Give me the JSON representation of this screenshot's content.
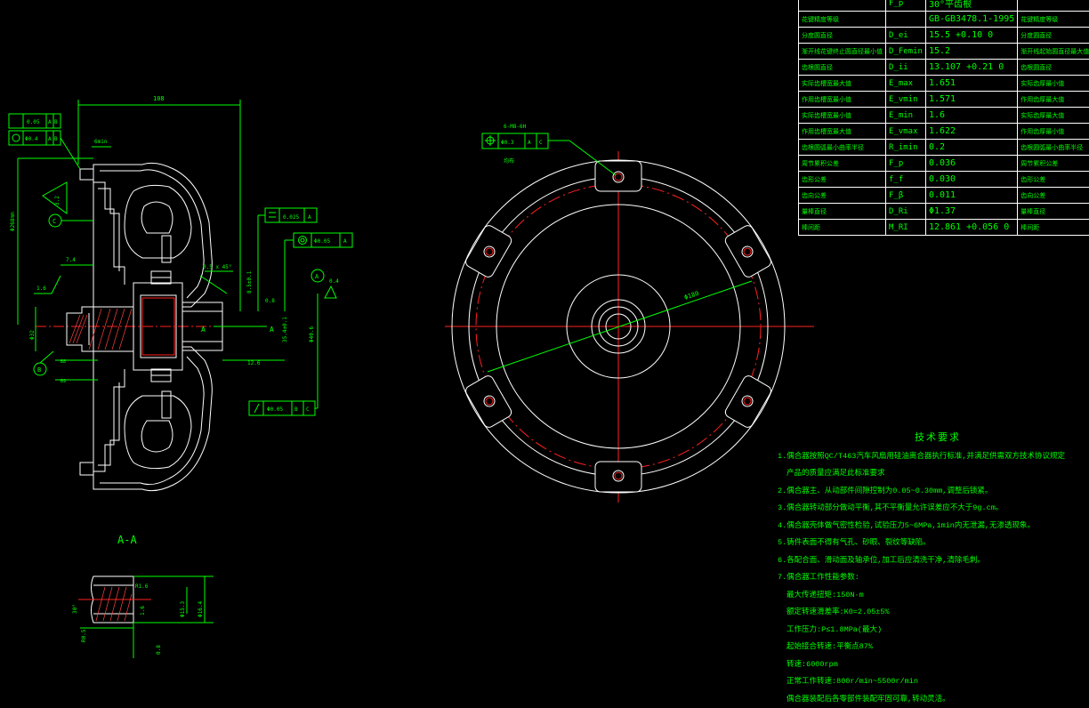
{
  "section_left": {
    "overall_dim": "108",
    "dim_6min": "6min",
    "dim_7_4": "7.4",
    "dim_3_2": "3.2",
    "tol_1_value": "0.05",
    "tol_1_datum_a": "A",
    "tol_1_datum_b": "B",
    "tol_2_value": "Φ0.4",
    "tol_2_datum_a": "A",
    "tol_2_datum_b": "B",
    "datum_c": "C",
    "datum_b": "B",
    "datum_a": "A",
    "dim_dia_left": "Φ268mm",
    "dim_dia_shaft": "Φ32",
    "rough_1_6": "1.6",
    "rough_0_4": "0.4",
    "tol_flat_value": "0.025",
    "tol_flat_datum": "A",
    "tol_conc_value": "Φ0.05",
    "tol_conc_datum": "A",
    "chamfer": "0.5 x 45°",
    "dim_0_8": "0.8",
    "dim_8_5": "8.5±0.1",
    "dim_35_4": "35.4±0.1",
    "dim_40_6": "Φ40.6",
    "dim_12_6": "12.6",
    "tol_runout_value": "Φ0.05",
    "tol_runout_datum_b": "B",
    "tol_runout_datum_c": "C",
    "section_letter_a1": "A",
    "section_letter_a2": "A",
    "label_b8": "B8",
    "label_b9": "B9"
  },
  "section_aa": {
    "title": "A-A",
    "dim_r1_6": "R1.6",
    "dim_1_6": "1.6",
    "dim_d1": "Φ15.3",
    "dim_d2": "Φ16.4",
    "dim_30": "30°",
    "dim_ra": "R0.5",
    "dim_0_8b": "0.8"
  },
  "front_view": {
    "note_top": "6-M8-6H",
    "tol_value": "Φ0.3",
    "tol_datum_a": "A",
    "tol_datum_b": "C",
    "note_uniform": "均布",
    "dim_dia": "Φ180"
  },
  "param_table": {
    "rows": [
      [
        "",
        "F_p",
        "30°平齿根",
        "",
        "",
        ""
      ],
      [
        "花键精度等级",
        "",
        "GB-GB3478.1-1995",
        "花键精度等级",
        "",
        ""
      ],
      [
        "分度圆直径",
        "D_ei",
        "15.5 +0.10 0",
        "分度圆直径",
        "",
        ""
      ],
      [
        "渐开线花键终止圆直径最小值",
        "D_Femin",
        "15.2",
        "渐开线起始圆直径最大值",
        "",
        ""
      ],
      [
        "齿根圆直径",
        "D_ii",
        "13.107 +0.21 0",
        "齿根圆直径",
        "",
        ""
      ],
      [
        "实际齿槽宽最大值",
        "E_max",
        "1.651",
        "实际齿厚最小值",
        "",
        ""
      ],
      [
        "作用齿槽宽最小值",
        "E_vmin",
        "1.571",
        "作用齿厚最大值",
        "",
        ""
      ],
      [
        "实际齿槽宽最小值",
        "E_min",
        "1.6",
        "实际齿厚最大值",
        "",
        ""
      ],
      [
        "作用齿槽宽最大值",
        "E_vmax",
        "1.622",
        "作用齿厚最小值",
        "",
        ""
      ],
      [
        "齿根圆弧最小曲率半径",
        "R_imin",
        "0.2",
        "齿根圆弧最小曲率半径",
        "",
        ""
      ],
      [
        "周节累积公差",
        "F_p",
        "0.036",
        "周节累积公差",
        "",
        ""
      ],
      [
        "齿形公差",
        "f_f",
        "0.030",
        "齿形公差",
        "",
        ""
      ],
      [
        "齿向公差",
        "F_β",
        "0.011",
        "齿向公差",
        "",
        ""
      ],
      [
        "量棒直径",
        "D_Ri",
        "Φ1.37",
        "量棒直径",
        "",
        ""
      ],
      [
        "棒间距",
        "M_RI",
        "12.861 +0.056 0",
        "棒间距",
        "",
        ""
      ]
    ]
  },
  "tech_requirements": {
    "title": "技术要求",
    "lines": [
      "1.偶合器按照QC/T463汽车风扇用硅油离合器执行标准,并满足供需双方技术协议规定",
      "  产品的质量应满足此标准要求",
      "2.偶合器主、从动部件间隙控制为0.05~0.30mm,调整后锁紧。",
      "3.偶合器转动部分做动平衡,其不平衡量允许误差应不大于9g.cm。",
      "4.偶合器壳体做气密性检验,试验压力5~6MPa,1min内无泄漏,无渗透现象。",
      "5.铸件表面不得有气孔、砂眼、裂纹等缺陷。",
      "6.各配合面、滑动面及轴承位,加工后应清洗干净,清除毛刺。",
      "7.偶合器工作性能参数:",
      "  最大传递扭矩:150N·m",
      "  额定转速滑差率:K0=2.05±5%",
      "  工作压力:P≤1.8MPa(最大)",
      "  起始接合转速:平衡点87%",
      "  转速:6000rpm",
      "  正常工作转速:800r/min~5500r/min",
      "  偶合器装配后各零部件装配牢固可靠,转动灵活。"
    ]
  }
}
